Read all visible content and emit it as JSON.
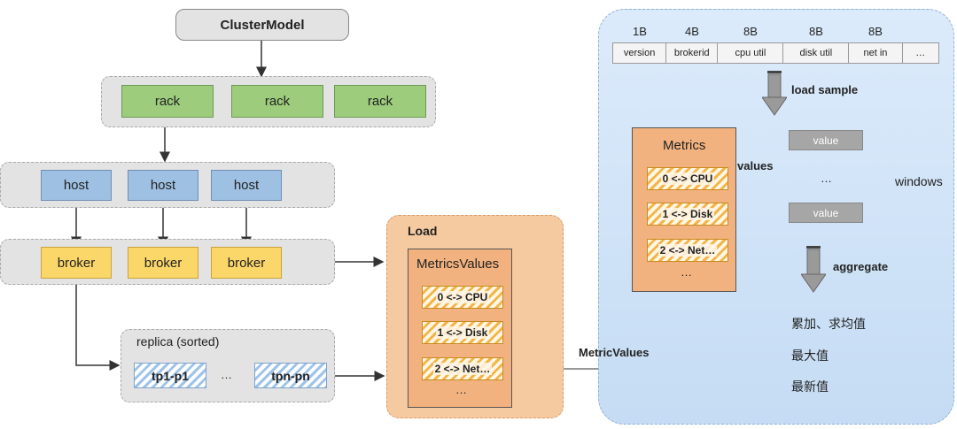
{
  "cluster_model": "ClusterModel",
  "racks": [
    "rack",
    "rack",
    "rack"
  ],
  "hosts": [
    "host",
    "host",
    "host"
  ],
  "brokers": [
    "broker",
    "broker",
    "broker"
  ],
  "replica": {
    "title": "replica (sorted)",
    "first": "tp1-p1",
    "ellipsis": "…",
    "last": "tpn-pn"
  },
  "load": {
    "title": "Load",
    "metrics_title": "MetricsValues",
    "items": [
      "0 <-> CPU",
      "1 <-> Disk",
      "2 <-> Net…"
    ],
    "more": "…"
  },
  "sample_format": {
    "sizes": [
      "1B",
      "4B",
      "8B",
      "8B",
      "8B"
    ],
    "fields": [
      "version",
      "brokerid",
      "cpu util",
      "disk util",
      "net in",
      "…"
    ]
  },
  "load_sample_label": "load sample",
  "metrics": {
    "title": "Metrics",
    "items": [
      "0 <-> CPU",
      "1 <-> Disk",
      "2 <-> Net…"
    ],
    "more": "…"
  },
  "values_label": "values",
  "windows": {
    "values": [
      "value",
      "value"
    ],
    "ellipsis": "…",
    "label": "windows"
  },
  "aggregate_label": "aggregate",
  "aggregations": [
    "累加、求均值",
    "最大值",
    "最新值"
  ],
  "metric_values_label": "MetricValues",
  "colors": {
    "rack": "#9ccc7c",
    "host": "#9ec0e3",
    "broker": "#fbd76a",
    "load_panel": "#f6caa0",
    "metrics_box": "#f2b27f",
    "blue_panel": "#c5dcf4"
  }
}
